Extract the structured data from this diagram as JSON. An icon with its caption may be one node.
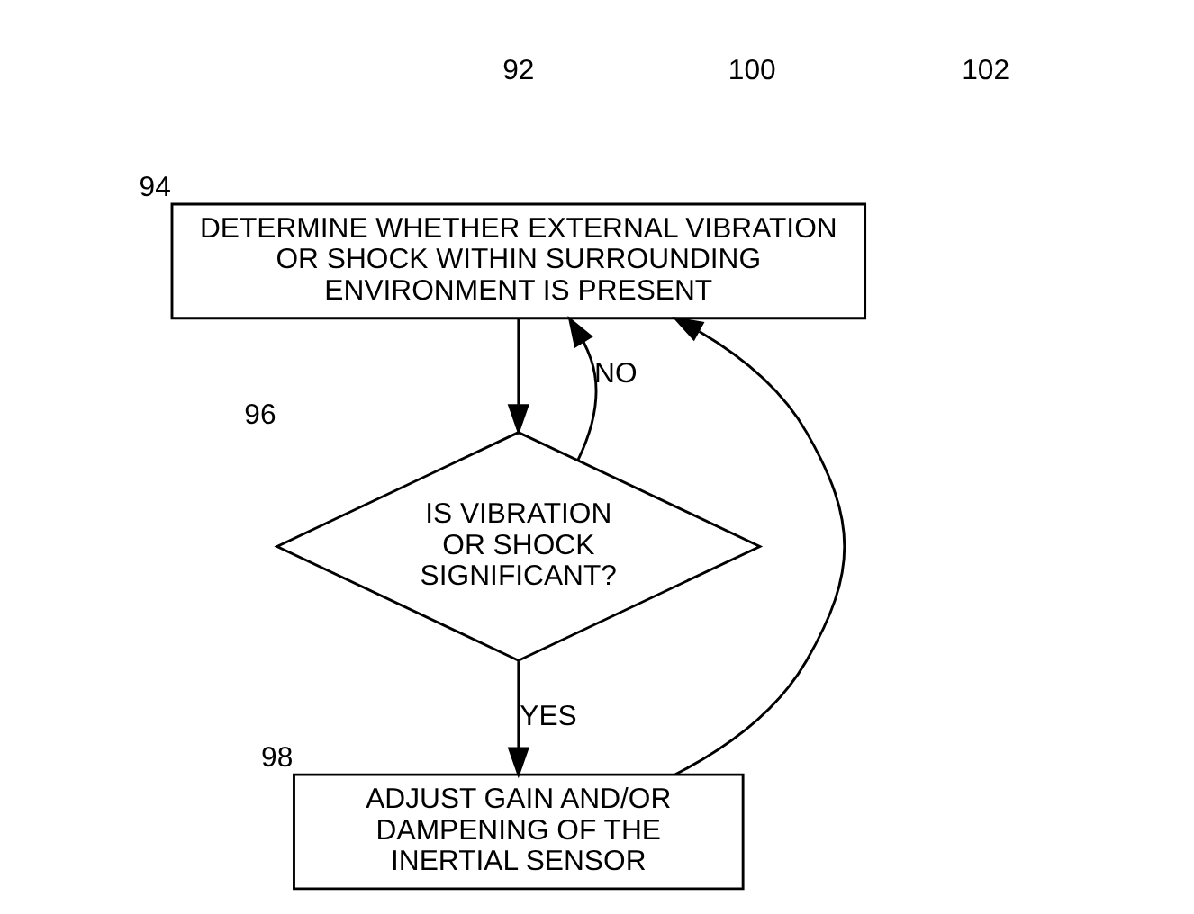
{
  "diagram": {
    "nodes": [
      {
        "text": [
          "DETERMINE WHETHER EXTERNAL VIBRATION OR SHOCK WITHIN SURROUNDING ENVIRONMENT IS PRESENT"
        ],
        "beside": [
          "94"
        ]
      },
      {
        "text": [
          "IS VIBRATION OR SHOCK SIGNIFICANT?"
        ],
        "beside": [
          "96"
        ]
      },
      {
        "text": [
          "ADJUST GAIN AND/OR DAMPENING OF THE INERTIAL SENSOR"
        ],
        "beside": [
          "98"
        ]
      }
    ],
    "edges": [
      {
        "from": 0,
        "to": 1,
        "arrow": "to"
      },
      {
        "from": 1,
        "to": 0,
        "arrow": "to",
        "label": "NO"
      },
      {
        "from": 1,
        "to": 2,
        "arrow": "to",
        "label": "YES"
      },
      {
        "from": 2,
        "to": 0,
        "arrow": "to"
      }
    ],
    "labels": [
      "92",
      "100",
      "102"
    ]
  }
}
